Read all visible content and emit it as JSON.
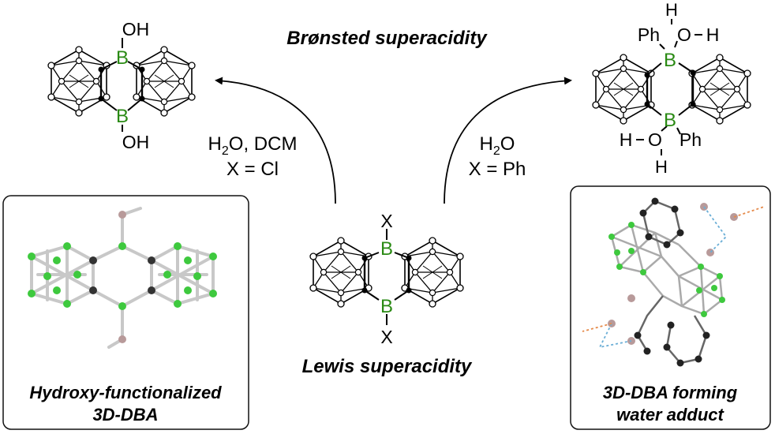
{
  "top_title": "Brønsted superacidity",
  "bottom_title": "Lewis superacidity",
  "left_product": {
    "group_top": "OH",
    "group_bottom": "OH",
    "boron": "B"
  },
  "right_product": {
    "ph_top": "Ph",
    "ph_bottom": "Ph",
    "h_top": "H",
    "o_top": "O",
    "h_right": "H",
    "h_left": "H",
    "o_bottom": "O",
    "h_bottom": "H",
    "boron": "B"
  },
  "center_reactant": {
    "x_top": "X",
    "x_bottom": "X",
    "boron": "B"
  },
  "left_conditions": {
    "line1_main": "H",
    "line1_sub": "2",
    "line1_rest": "O, DCM",
    "line2": "X = Cl"
  },
  "right_conditions": {
    "line1_main": "H",
    "line1_sub": "2",
    "line1_rest": "O",
    "line2": "X = Ph"
  },
  "left_box": {
    "caption_line1": "Hydroxy-functionalized",
    "caption_line2": "3D-DBA"
  },
  "right_box": {
    "caption_line1": "3D-DBA forming",
    "caption_line2": "water adduct"
  },
  "colors": {
    "boron": "#2a8a14",
    "crystal_green": "#3ec93e",
    "crystal_oxygen": "#b89a9a",
    "hbond_blue": "#6aaed6",
    "hbond_orange": "#e58a4a"
  }
}
